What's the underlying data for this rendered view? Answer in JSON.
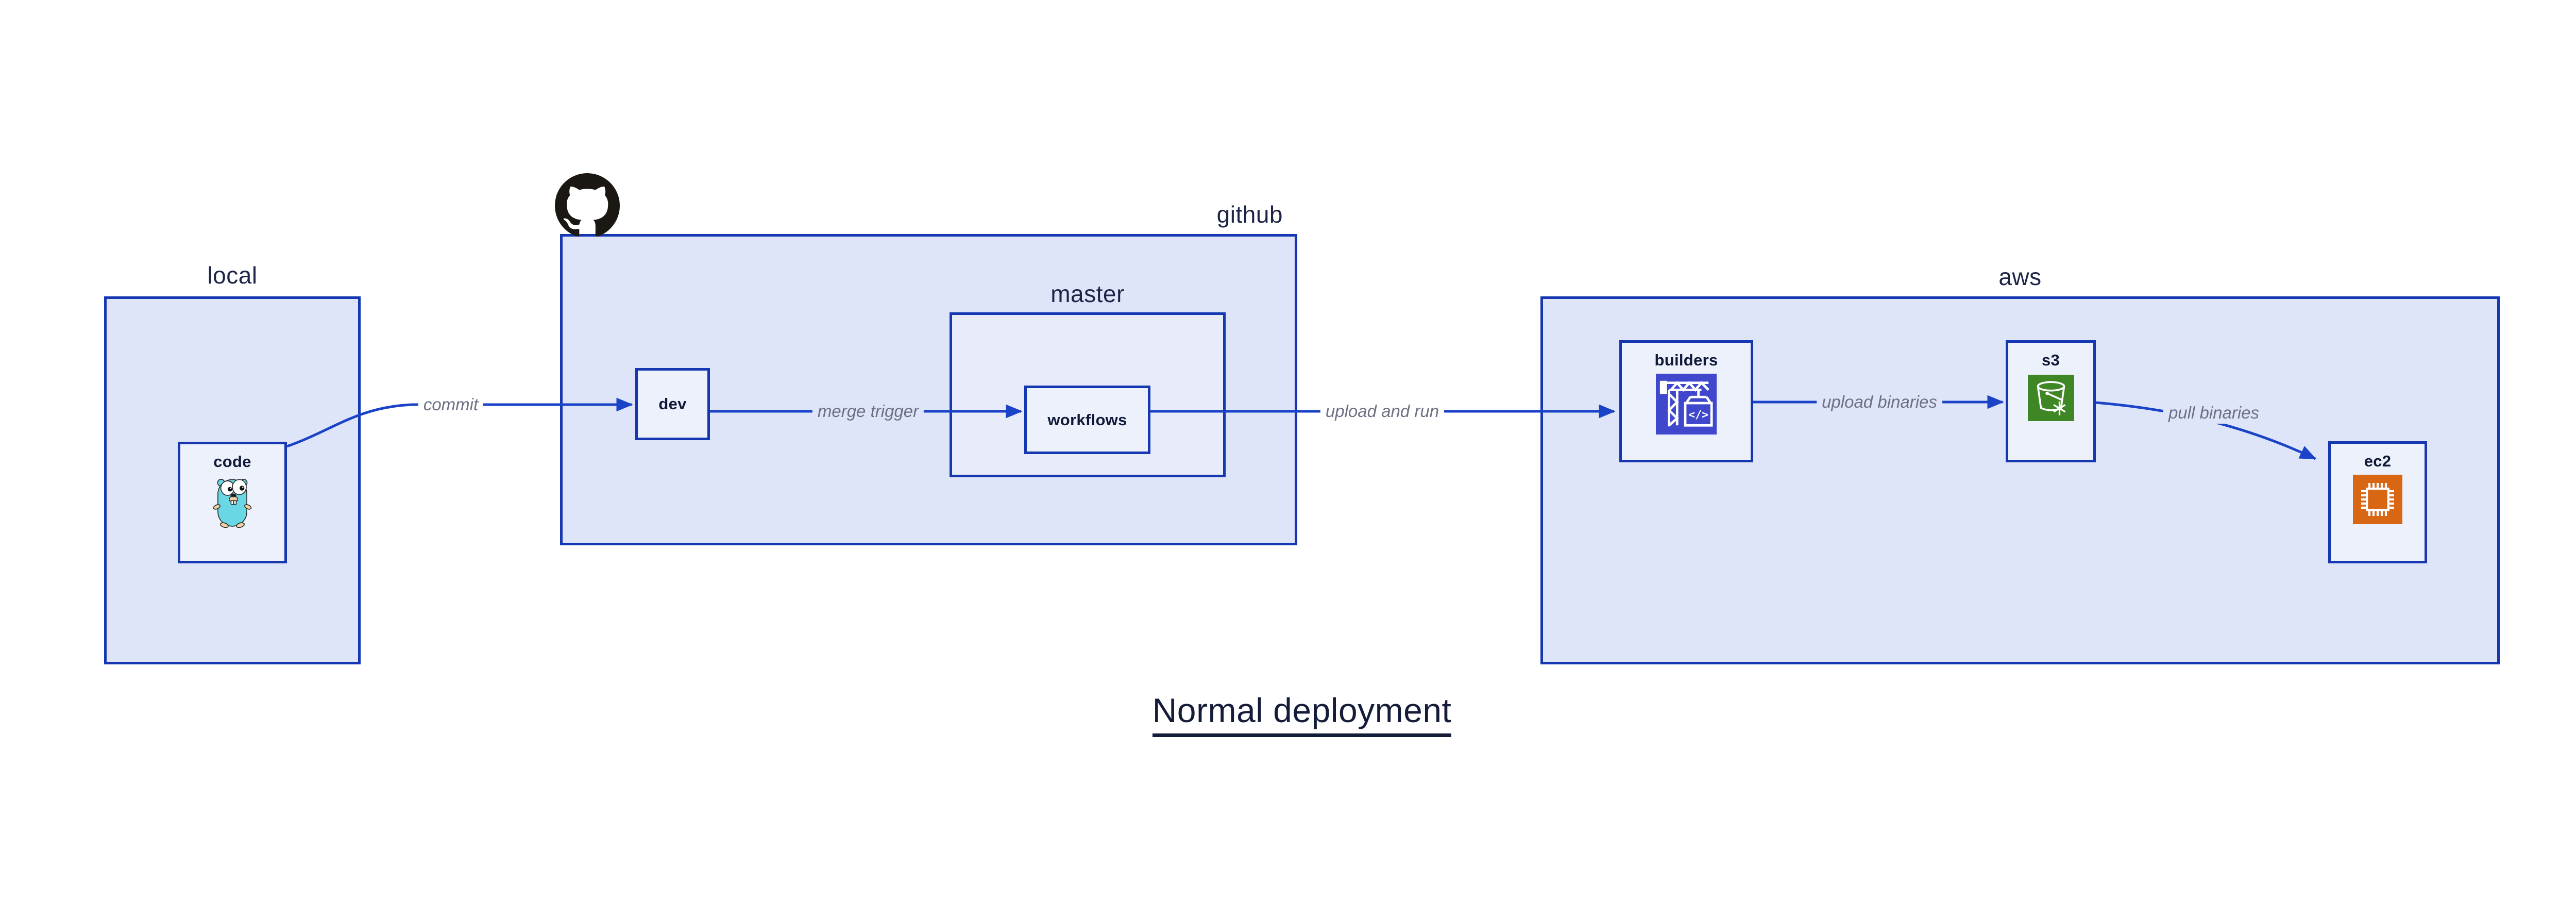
{
  "title": {
    "text": "Normal deployment"
  },
  "groups": {
    "local": {
      "label": "local"
    },
    "github": {
      "label": "github"
    },
    "master": {
      "label": "master"
    },
    "aws": {
      "label": "aws"
    }
  },
  "nodes": {
    "code": {
      "label": "code",
      "icon": "go-gopher-icon"
    },
    "dev": {
      "label": "dev"
    },
    "workflows": {
      "label": "workflows"
    },
    "builders": {
      "label": "builders",
      "icon": "codebuild-crane-icon",
      "icon_text": "</>"
    },
    "s3": {
      "label": "s3",
      "icon": "s3-glacier-bucket-icon"
    },
    "ec2": {
      "label": "ec2",
      "icon": "ec2-chip-icon"
    }
  },
  "edges": [
    {
      "label": "commit",
      "from": "code",
      "to": "dev"
    },
    {
      "label": "merge trigger",
      "from": "dev",
      "to": "workflows"
    },
    {
      "label": "upload and run",
      "from": "workflows",
      "to": "builders"
    },
    {
      "label": "upload binaries",
      "from": "builders",
      "to": "s3"
    },
    {
      "label": "pull binaries",
      "from": "s3",
      "to": "ec2"
    }
  ],
  "icons": {
    "github_logo": "github-octocat-icon"
  },
  "colors": {
    "border": "#1637b2",
    "arrow": "#1a43c8",
    "group-fill": "#dfe5f8",
    "master-fill": "#e8ecfa",
    "node-fill": "#edf1fc",
    "ink": "#101a38",
    "heading": "#1c2447",
    "muted": "#6b7183",
    "codebuild": "#3f48cc",
    "s3-green": "#3f8624",
    "ec2-orange": "#d86613",
    "octocat": "#1b1713",
    "gopher-teal": "#6ad7e5",
    "gopher-beige": "#f2d1a5"
  }
}
